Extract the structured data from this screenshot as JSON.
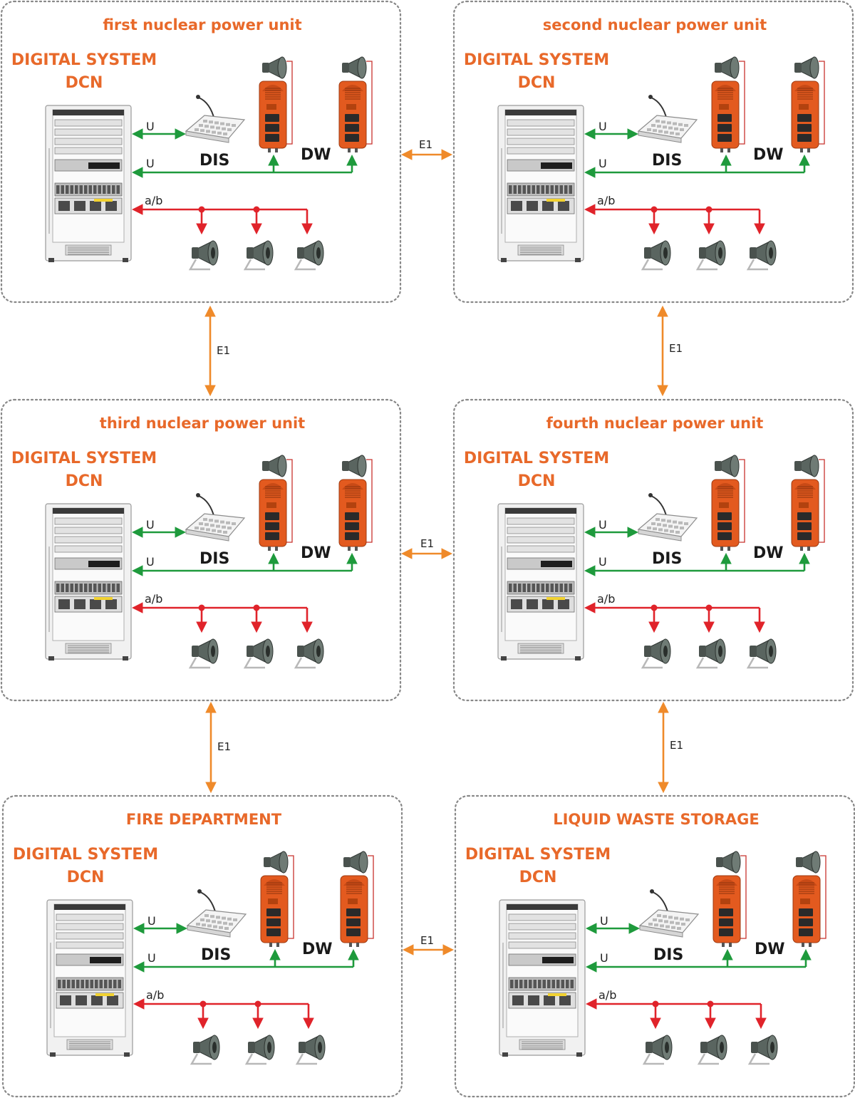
{
  "diagram": {
    "units": [
      {
        "title": "first nuclear power unit"
      },
      {
        "title": "second nuclear power unit"
      },
      {
        "title": "third nuclear power unit"
      },
      {
        "title": "fourth nuclear power unit"
      },
      {
        "title": "FIRE DEPARTMENT"
      },
      {
        "title": "LIQUID WASTE STORAGE"
      }
    ],
    "labels": {
      "system_line1": "DIGITAL SYSTEM",
      "system_line2": "DCN",
      "dispatcher": "DIS",
      "doorway_station": "DW",
      "link_u": "U",
      "link_ab": "a/b",
      "link_e1": "E1"
    },
    "colors": {
      "accent": "#e8692a",
      "link_u": "#1e9a3c",
      "link_ab": "#e0232a",
      "link_e1": "#ef8a2a",
      "border": "#888888"
    }
  }
}
